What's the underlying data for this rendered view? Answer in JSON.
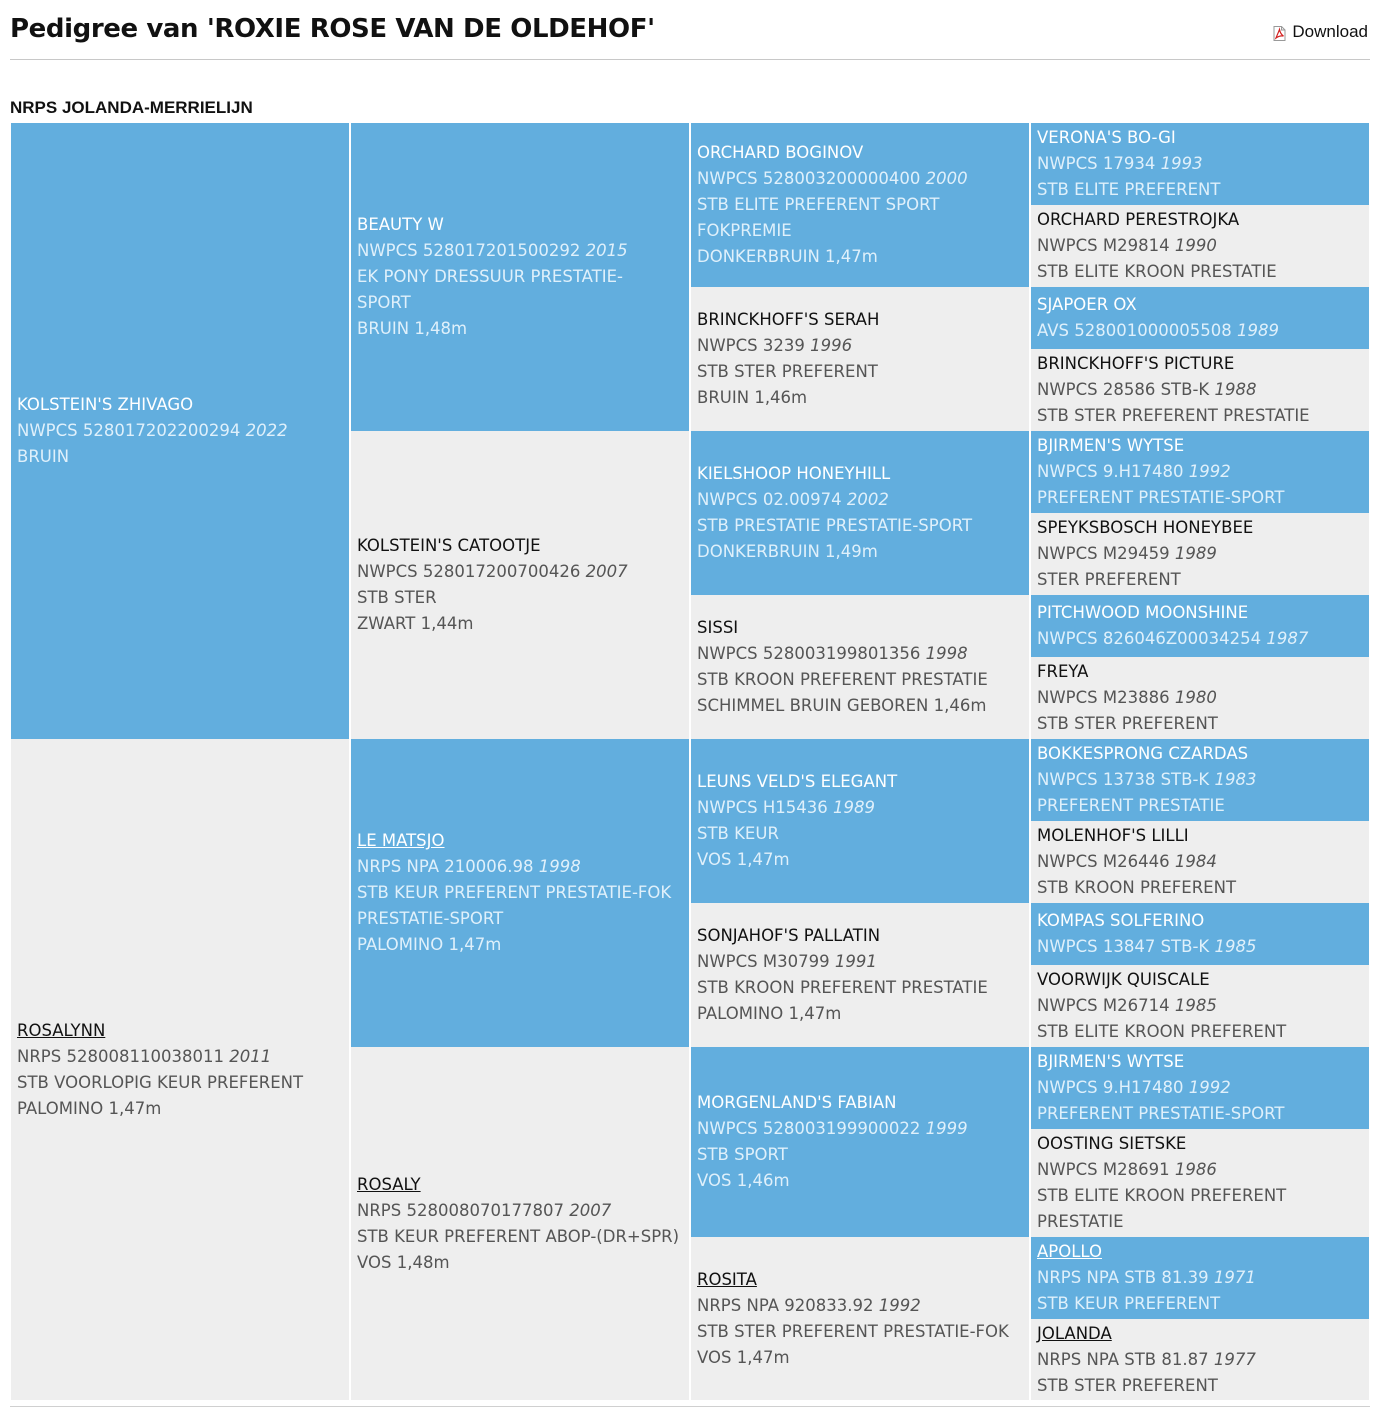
{
  "page": {
    "title": "Pedigree van 'ROXIE ROSE VAN DE OLDEHOF'",
    "download_label": "Download",
    "subtitle": "NRPS JOLANDA-MERRIELIJN"
  },
  "icons": {
    "download": "pdf-icon"
  },
  "colors": {
    "sire_bg": "#62aede",
    "dam_bg": "#eeeeee",
    "sire_text": "#dff0fb",
    "dam_text": "#555555"
  },
  "pedigree": [
    {
      "gen": 1,
      "pos": 0,
      "sex": "male",
      "name": "KOLSTEIN'S ZHIVAGO",
      "link": false,
      "reg": "NWPCS 528017202200294",
      "year": "2022",
      "lines": [
        "BRUIN"
      ]
    },
    {
      "gen": 1,
      "pos": 1,
      "sex": "female",
      "name": "ROSALYNN",
      "link": true,
      "reg": "NRPS 528008110038011",
      "year": "2011",
      "lines": [
        "STB VOORLOPIG KEUR PREFERENT",
        "PALOMINO 1,47m"
      ]
    },
    {
      "gen": 2,
      "pos": 0,
      "sex": "male",
      "name": "BEAUTY W",
      "link": false,
      "reg": "NWPCS 528017201500292",
      "year": "2015",
      "lines": [
        "EK PONY DRESSUUR PRESTATIE-",
        "SPORT",
        "BRUIN 1,48m"
      ]
    },
    {
      "gen": 2,
      "pos": 1,
      "sex": "female",
      "name": "KOLSTEIN'S CATOOTJE",
      "link": false,
      "reg": "NWPCS 528017200700426",
      "year": "2007",
      "lines": [
        "STB STER",
        "ZWART 1,44m"
      ]
    },
    {
      "gen": 2,
      "pos": 2,
      "sex": "male",
      "name": "LE MATSJO",
      "link": true,
      "reg": "NRPS NPA 210006.98",
      "year": "1998",
      "lines": [
        "STB KEUR PREFERENT PRESTATIE-FOK",
        "PRESTATIE-SPORT",
        "PALOMINO 1,47m"
      ]
    },
    {
      "gen": 2,
      "pos": 3,
      "sex": "female",
      "name": "ROSALY",
      "link": true,
      "reg": "NRPS 528008070177807",
      "year": "2007",
      "lines": [
        "STB KEUR PREFERENT ABOP-(DR+SPR)",
        "VOS 1,48m"
      ]
    },
    {
      "gen": 3,
      "pos": 0,
      "sex": "male",
      "name": "ORCHARD BOGINOV",
      "link": false,
      "reg": "NWPCS 528003200000400",
      "year": "2000",
      "lines": [
        "STB ELITE PREFERENT SPORT",
        "FOKPREMIE",
        "DONKERBRUIN 1,47m"
      ]
    },
    {
      "gen": 3,
      "pos": 1,
      "sex": "female",
      "name": "BRINCKHOFF'S SERAH",
      "link": false,
      "reg": "NWPCS 3239",
      "year": "1996",
      "lines": [
        "STB STER PREFERENT",
        "BRUIN 1,46m"
      ]
    },
    {
      "gen": 3,
      "pos": 2,
      "sex": "male",
      "name": "KIELSHOOP HONEYHILL",
      "link": false,
      "reg": "NWPCS 02.00974",
      "year": "2002",
      "lines": [
        "STB PRESTATIE PRESTATIE-SPORT",
        "DONKERBRUIN 1,49m"
      ]
    },
    {
      "gen": 3,
      "pos": 3,
      "sex": "female",
      "name": "SISSI",
      "link": false,
      "reg": "NWPCS 528003199801356",
      "year": "1998",
      "lines": [
        "STB KROON PREFERENT PRESTATIE",
        "SCHIMMEL BRUIN GEBOREN 1,46m"
      ]
    },
    {
      "gen": 3,
      "pos": 4,
      "sex": "male",
      "name": "LEUNS VELD'S ELEGANT",
      "link": false,
      "reg": "NWPCS H15436",
      "year": "1989",
      "lines": [
        "STB KEUR",
        "VOS 1,47m"
      ]
    },
    {
      "gen": 3,
      "pos": 5,
      "sex": "female",
      "name": "SONJAHOF'S PALLATIN",
      "link": false,
      "reg": "NWPCS M30799",
      "year": "1991",
      "lines": [
        "STB KROON PREFERENT PRESTATIE",
        "PALOMINO 1,47m"
      ]
    },
    {
      "gen": 3,
      "pos": 6,
      "sex": "male",
      "name": "MORGENLAND'S FABIAN",
      "link": false,
      "reg": "NWPCS 528003199900022",
      "year": "1999",
      "lines": [
        "STB SPORT",
        "VOS 1,46m"
      ]
    },
    {
      "gen": 3,
      "pos": 7,
      "sex": "female",
      "name": "ROSITA",
      "link": true,
      "reg": "NRPS NPA 920833.92",
      "year": "1992",
      "lines": [
        "STB STER PREFERENT PRESTATIE-FOK",
        "VOS 1,47m"
      ]
    },
    {
      "gen": 4,
      "pos": 0,
      "sex": "male",
      "name": "VERONA'S BO-GI",
      "link": false,
      "reg": "NWPCS 17934",
      "year": "1993",
      "lines": [
        "STB ELITE PREFERENT"
      ]
    },
    {
      "gen": 4,
      "pos": 1,
      "sex": "female",
      "name": "ORCHARD PERESTROJKA",
      "link": false,
      "reg": "NWPCS M29814",
      "year": "1990",
      "lines": [
        "STB ELITE KROON PRESTATIE"
      ]
    },
    {
      "gen": 4,
      "pos": 2,
      "sex": "male",
      "name": "SJAPOER OX",
      "link": false,
      "reg": "AVS 528001000005508",
      "year": "1989",
      "lines": []
    },
    {
      "gen": 4,
      "pos": 3,
      "sex": "female",
      "name": "BRINCKHOFF'S PICTURE",
      "link": false,
      "reg": "NWPCS 28586 STB-K",
      "year": "1988",
      "lines": [
        "STB STER PREFERENT PRESTATIE"
      ]
    },
    {
      "gen": 4,
      "pos": 4,
      "sex": "male",
      "name": "BJIRMEN'S WYTSE",
      "link": false,
      "reg": "NWPCS 9.H17480",
      "year": "1992",
      "lines": [
        "PREFERENT PRESTATIE-SPORT"
      ]
    },
    {
      "gen": 4,
      "pos": 5,
      "sex": "female",
      "name": "SPEYKSBOSCH HONEYBEE",
      "link": false,
      "reg": "NWPCS M29459",
      "year": "1989",
      "lines": [
        "STER PREFERENT"
      ]
    },
    {
      "gen": 4,
      "pos": 6,
      "sex": "male",
      "name": "PITCHWOOD MOONSHINE",
      "link": false,
      "reg": "NWPCS 826046Z00034254",
      "year": "1987",
      "lines": []
    },
    {
      "gen": 4,
      "pos": 7,
      "sex": "female",
      "name": "FREYA",
      "link": false,
      "reg": "NWPCS M23886",
      "year": "1980",
      "lines": [
        "STB STER PREFERENT"
      ]
    },
    {
      "gen": 4,
      "pos": 8,
      "sex": "male",
      "name": "BOKKESPRONG CZARDAS",
      "link": false,
      "reg": "NWPCS 13738 STB-K",
      "year": "1983",
      "lines": [
        "PREFERENT PRESTATIE"
      ]
    },
    {
      "gen": 4,
      "pos": 9,
      "sex": "female",
      "name": "MOLENHOF'S LILLI",
      "link": false,
      "reg": "NWPCS M26446",
      "year": "1984",
      "lines": [
        "STB KROON PREFERENT"
      ]
    },
    {
      "gen": 4,
      "pos": 10,
      "sex": "male",
      "name": "KOMPAS SOLFERINO",
      "link": false,
      "reg": "NWPCS 13847 STB-K",
      "year": "1985",
      "lines": []
    },
    {
      "gen": 4,
      "pos": 11,
      "sex": "female",
      "name": "VOORWIJK QUISCALE",
      "link": false,
      "reg": "NWPCS M26714",
      "year": "1985",
      "lines": [
        "STB ELITE KROON PREFERENT"
      ]
    },
    {
      "gen": 4,
      "pos": 12,
      "sex": "male",
      "name": "BJIRMEN'S WYTSE",
      "link": false,
      "reg": "NWPCS 9.H17480",
      "year": "1992",
      "lines": [
        "PREFERENT PRESTATIE-SPORT"
      ]
    },
    {
      "gen": 4,
      "pos": 13,
      "sex": "female",
      "name": "OOSTING SIETSKE",
      "link": false,
      "reg": "NWPCS M28691",
      "year": "1986",
      "lines": [
        "STB ELITE KROON PREFERENT",
        "PRESTATIE"
      ]
    },
    {
      "gen": 4,
      "pos": 14,
      "sex": "male",
      "name": "APOLLO",
      "link": true,
      "reg": "NRPS NPA STB 81.39",
      "year": "1971",
      "lines": [
        "STB KEUR PREFERENT"
      ]
    },
    {
      "gen": 4,
      "pos": 15,
      "sex": "female",
      "name": "JOLANDA",
      "link": true,
      "reg": "NRPS NPA STB 81.87",
      "year": "1977",
      "lines": [
        "STB STER PREFERENT"
      ]
    }
  ]
}
